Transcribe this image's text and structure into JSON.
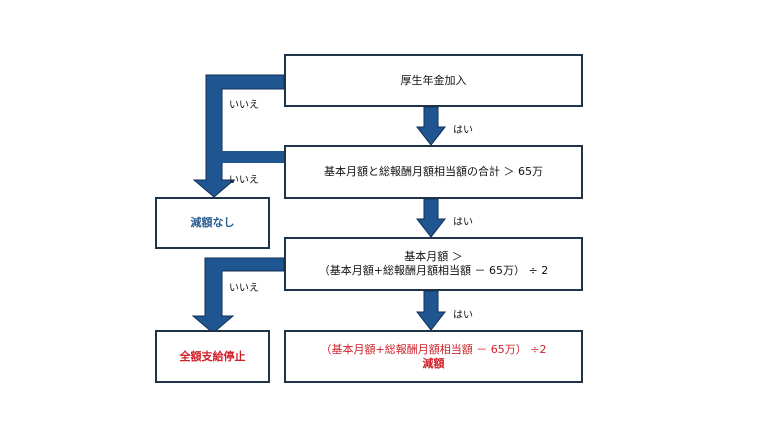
{
  "colors": {
    "arrow_fill": "#1f5591",
    "arrow_stroke": "#0f2e52",
    "box_border": "#1f3447",
    "result_no_reduction": "#2d5f8f",
    "result_stop": "#d0202a",
    "result_reduce": "#d0202a"
  },
  "nodes": {
    "kosei_nenkin": {
      "text": "厚生年金加入"
    },
    "gokei_check": {
      "text": "基本月額と総報酬月額相当額の合計 ＞ 65万"
    },
    "compare": {
      "line1": "基本月額 ＞",
      "line2": "（基本月額+総報酬月額相当額 － 65万） ÷ 2"
    },
    "no_reduction": {
      "text": "減額なし"
    },
    "full_stop": {
      "text": "全額支給停止"
    },
    "reduction": {
      "line1": "（基本月額+総報酬月額相当額 － 65万） ÷2",
      "line2": "減額"
    }
  },
  "labels": {
    "yes": "はい",
    "no": "いいえ"
  },
  "icons": {
    "arrow": "block-arrow"
  }
}
